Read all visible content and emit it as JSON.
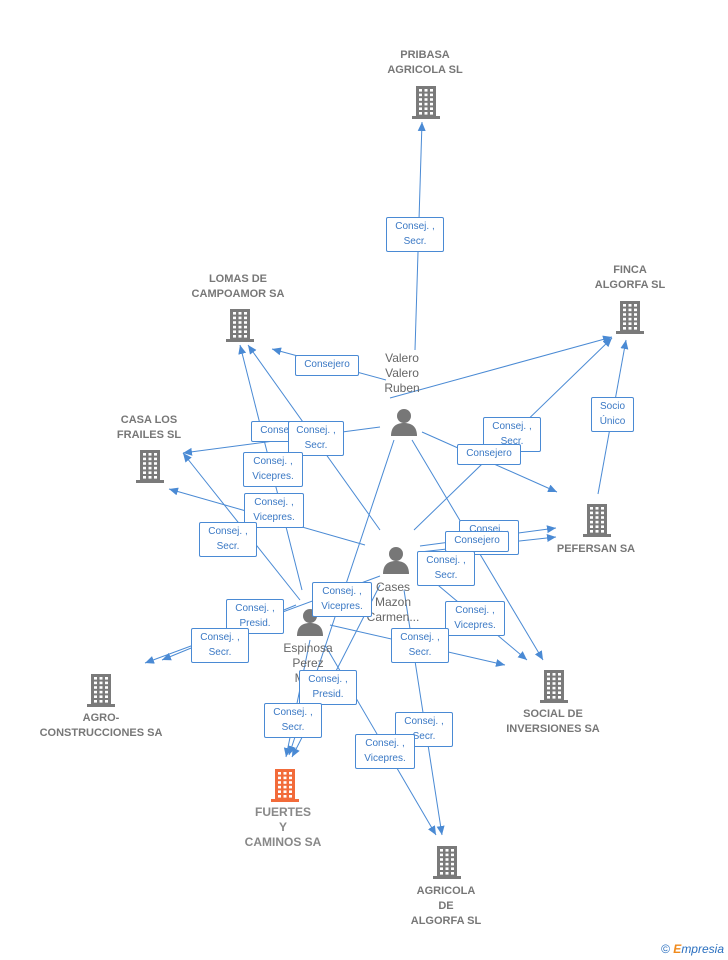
{
  "companies": [
    {
      "id": "pribasa",
      "label": "PRIBASA\nAGRICOLA SL"
    },
    {
      "id": "lomas",
      "label": "LOMAS DE\nCAMPOAMOR SA"
    },
    {
      "id": "finca",
      "label": "FINCA\nALGORFA SL"
    },
    {
      "id": "casa",
      "label": "CASA LOS\nFRAILES SL"
    },
    {
      "id": "pefersan",
      "label": "PEFERSAN SA"
    },
    {
      "id": "agro",
      "label": "AGRO-\nCONSTRUCCIONES SA"
    },
    {
      "id": "social",
      "label": "SOCIAL DE\nINVERSIONES SA"
    },
    {
      "id": "fuertes",
      "label": "FUERTES\nY\nCAMINOS SA"
    },
    {
      "id": "agricola",
      "label": "AGRICOLA\nDE\nALGORFA SL"
    }
  ],
  "people": [
    {
      "id": "valero",
      "label": "Valero\nValero\nRuben"
    },
    {
      "id": "cases",
      "label": "Cases\nMazon\nCarmen..."
    },
    {
      "id": "espinosa",
      "label": "Espinosa\nPerez\nMa..."
    }
  ],
  "edge_labels": [
    "Consej. ,\nSecr.",
    "Consejero",
    "Socio\nÚnico",
    "Consej. ,\nSecr.",
    "Consejero",
    "Consejero",
    "Consej. ,\nSecr.",
    "Consej. ,\nVicepres.",
    "Consej. ,\nVicepres.",
    "Consej. ,\nSecr.",
    "Consej. ,\nSecr.",
    "Consejero",
    "Consej. ,\nSecr.",
    "Consej. ,\nPresid.",
    "Consej. ,\nSecr.",
    "Consej. ,\nVicepres.",
    "Consej. ,\nVicepres.",
    "Consej. ,\nSecr.",
    "Consej. ,\nPresid.",
    "Consej. ,\nSecr.",
    "Consej. ,\nSecr.",
    "Consej. ,\nVicepres."
  ],
  "colors": {
    "edge": "#4a8ad4",
    "building": "#7a7a7a",
    "building_main": "#f26b3a",
    "person": "#777777"
  },
  "footer": {
    "copyright": "©",
    "brand_first": "E",
    "brand_rest": "mpresia"
  }
}
